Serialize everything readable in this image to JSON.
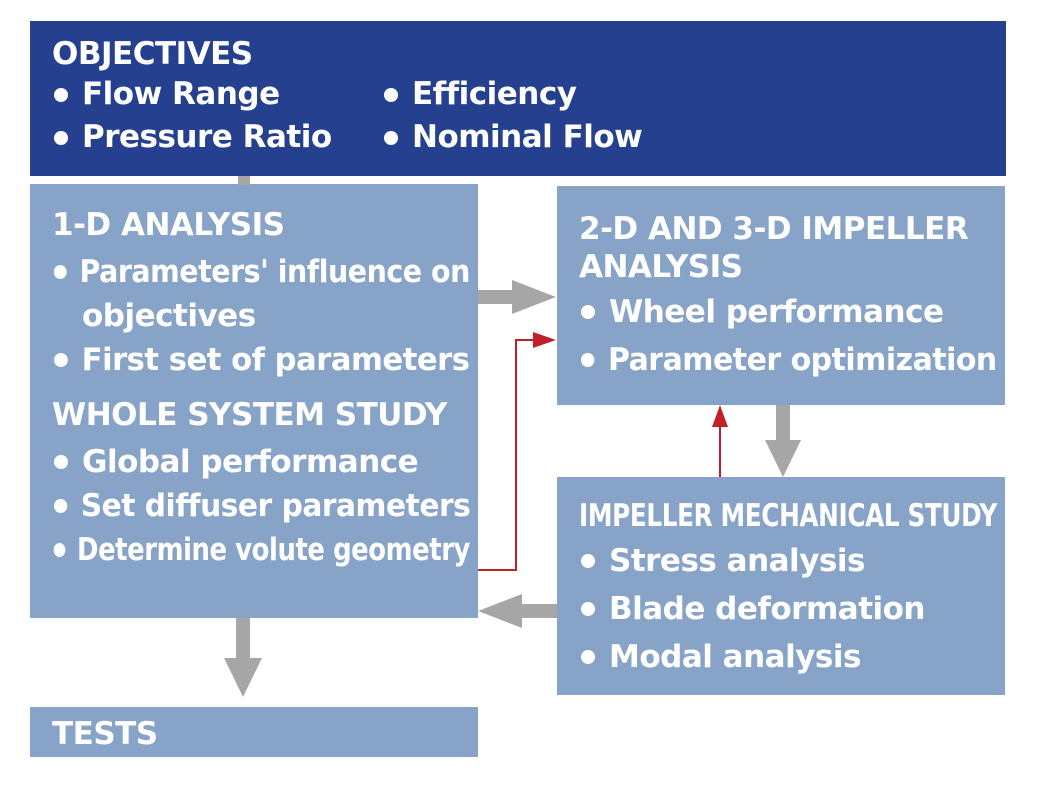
{
  "objectives": {
    "title": "OBJECTIVES",
    "items": [
      "Flow Range",
      "Efficiency",
      "Pressure Ratio",
      "Nominal Flow"
    ]
  },
  "analysis_1d": {
    "title": "1-D  ANALYSIS",
    "items": [
      "Parameters' influence on",
      "objectives",
      "First set of parameters"
    ]
  },
  "whole_system": {
    "title": "WHOLE SYSTEM STUDY",
    "items": [
      "Global performance",
      "Set diffuser parameters",
      "Determine volute geometry"
    ]
  },
  "impeller_analysis": {
    "title_line1": "2-D AND 3-D IMPELLER",
    "title_line2": "ANALYSIS",
    "items": [
      "Wheel performance",
      "Parameter optimization"
    ]
  },
  "mechanical": {
    "title": "IMPELLER MECHANICAL STUDY",
    "items": [
      "Stress analysis",
      "Blade deformation",
      "Modal analysis"
    ]
  },
  "tests": {
    "title": "TESTS"
  },
  "colors": {
    "objectives_bg": "#25408f",
    "box_bg": "#87a4c8",
    "gray_arrow": "#a6a6a6",
    "red_arrow": "#c0202a"
  }
}
